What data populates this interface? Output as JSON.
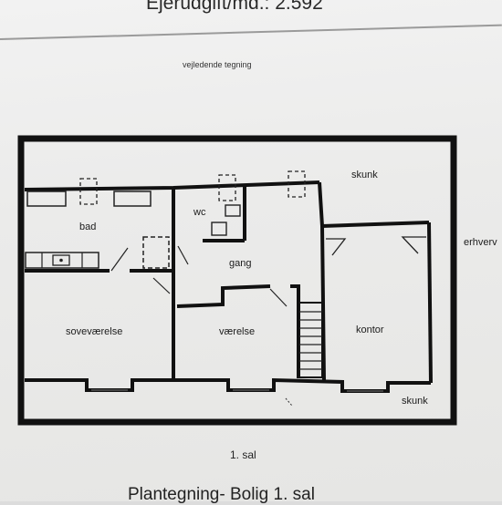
{
  "header": {
    "title": "Ejerudgift/md.: 2.592"
  },
  "caption": "vejledende tegning",
  "rooms": {
    "skunk_top": "skunk",
    "skunk_bottom": "skunk",
    "bad": "bad",
    "wc": "wc",
    "gang": "gang",
    "sovevaerelse": "soveværelse",
    "vaerelse": "værelse",
    "kontor": "kontor",
    "erhverv": "erhverv"
  },
  "floor_label": "1. sal",
  "footer": {
    "title": "Plantegning- Bolig 1. sal"
  }
}
